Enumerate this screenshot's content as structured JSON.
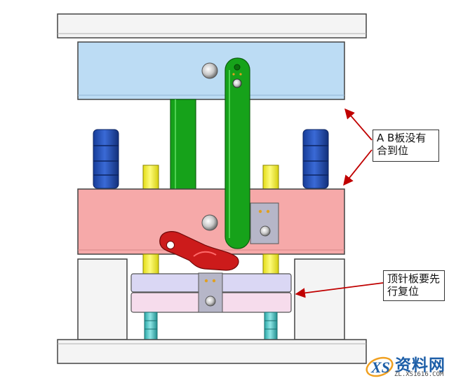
{
  "callouts": {
    "ab_plates": {
      "line1": "A B板没有",
      "line2": "合到位"
    },
    "ejector_plate": {
      "line1": "顶针板要先",
      "line2": "行复位"
    }
  },
  "watermark": {
    "title": "资料网",
    "url": "ZL.XS1616.COM",
    "logo_letters": "XS"
  },
  "colors": {
    "a_plate": "#bcdcf4",
    "b_plate": "#f6a9a9",
    "frame": "#f4f4f4",
    "green_arm": "#16a21a",
    "red_lever": "#cc1b1b",
    "blue_bush": "#1e4bb8",
    "yellow_pin": "#f2f034",
    "ejector_upper": "#dad7f4",
    "ejector_lower": "#f6dcec",
    "cyan_pin": "#48c8c8",
    "steel_block": "#b6b6c8",
    "arrow": "#c00000"
  }
}
